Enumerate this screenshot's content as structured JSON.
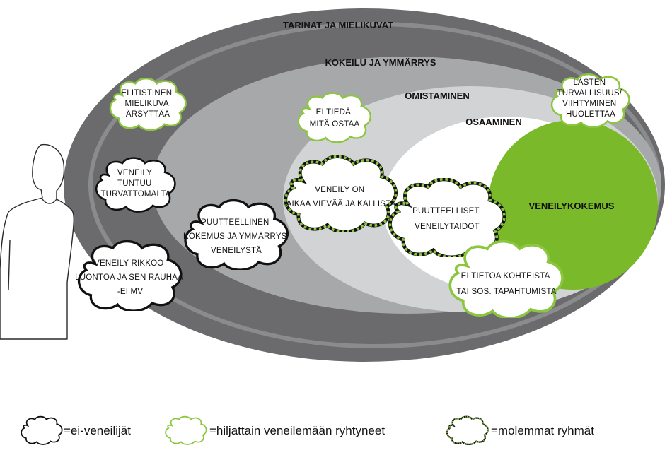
{
  "rings": {
    "outer": "TARINAT JA MIELIKUVAT",
    "second": "KOKEILU JA YMMÄRRYS",
    "third": "OMISTAMINEN",
    "fourth": "OSAAMINEN",
    "core": "VENEILYKOKEMUS"
  },
  "colors": {
    "outer": "#6b6b6d",
    "second": "#a7a8aa",
    "third": "#d2d3d4",
    "fourth": "#ffffff",
    "core": "#7ab929",
    "green_outline": "#8cc63f"
  },
  "clouds": {
    "elitistinen": [
      "ELITISTINEN",
      "MIELIKUVA",
      "ÄRSYTTÄÄ"
    ],
    "tuntuu": [
      "VENEILY",
      "TUNTUU",
      "TURVATTOMALTA"
    ],
    "rikkoo": [
      "VENEILY RIKKOO",
      "LUONTOA JA SEN RAUHAA",
      "-EI MV"
    ],
    "puutteellinen": [
      "PUUTTEELLINEN",
      "KOKEMUS JA YMMÄRRYS",
      "VENEILYSTÄ"
    ],
    "ei_tieda": [
      "EI TIEDÄ",
      "MITÄ OSTAA"
    ],
    "aikaa": [
      "VENEILY ON",
      "AIKAA VIEVÄÄ JA KALLISTA"
    ],
    "taidot": [
      "PUUTTEELLISET",
      "VENEILYTAIDOT"
    ],
    "lasten": [
      "LASTEN",
      "TURVALLISUUS/",
      "VIIHTYMINEN",
      "HUOLETTAA"
    ],
    "tietoa": [
      "EI TIETOA KOHTEISTA",
      "TAI SOS. TAPAHTUMISTA"
    ]
  },
  "legend": {
    "black": "=ei-veneilijät",
    "green": "=hiljattain veneilemään ryhtyneet",
    "dotted": "=molemmat ryhmät"
  }
}
